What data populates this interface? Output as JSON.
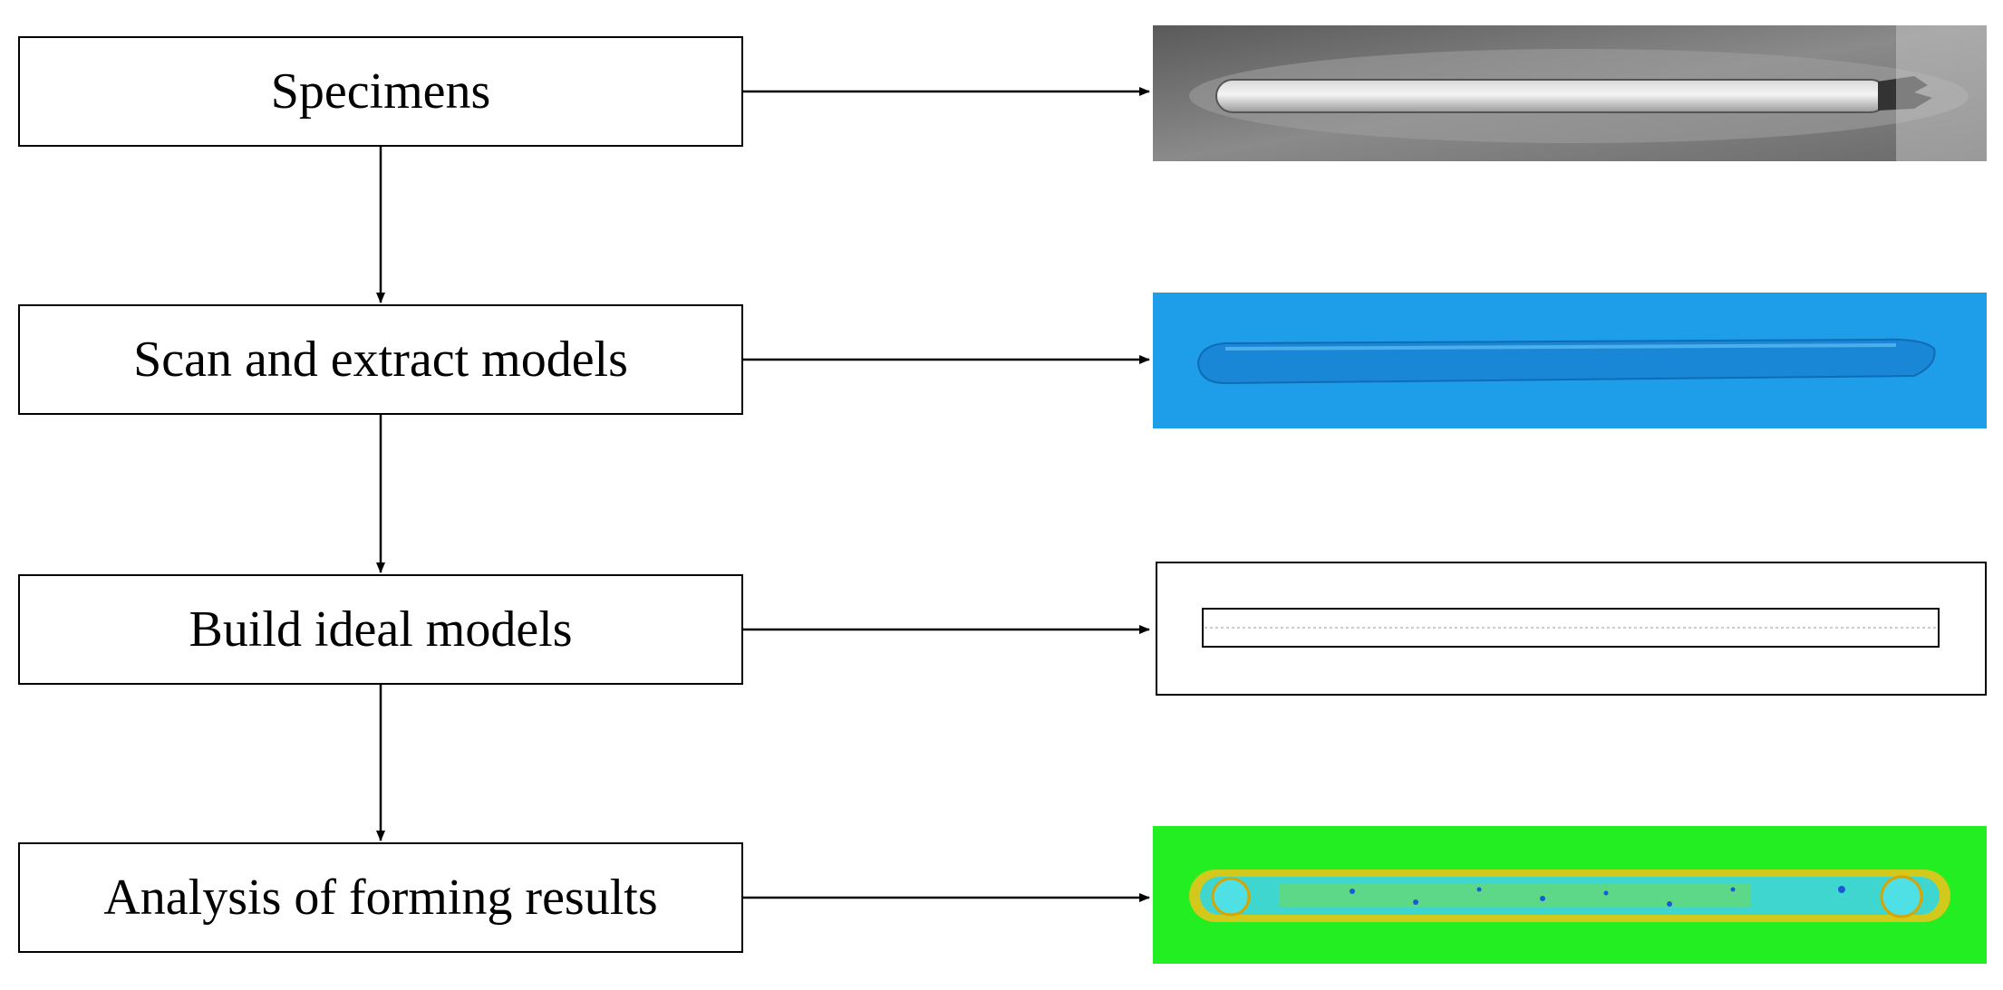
{
  "steps": [
    {
      "label": "Specimens",
      "image": "welded-specimen-photo"
    },
    {
      "label": "Scan and extract models",
      "image": "scanned-3d-model-render"
    },
    {
      "label": "Build ideal models",
      "image": "ideal-cad-model-outline"
    },
    {
      "label": "Analysis of forming results",
      "image": "deviation-color-map"
    }
  ],
  "colors": {
    "line": "#000000",
    "scan_background": "#1e9ee8",
    "scan_bead": "#1a86d6",
    "deviation_background": "#22ee22",
    "deviation_bead_low": "#3fd6d0",
    "deviation_bead_high": "#f2c21c"
  }
}
